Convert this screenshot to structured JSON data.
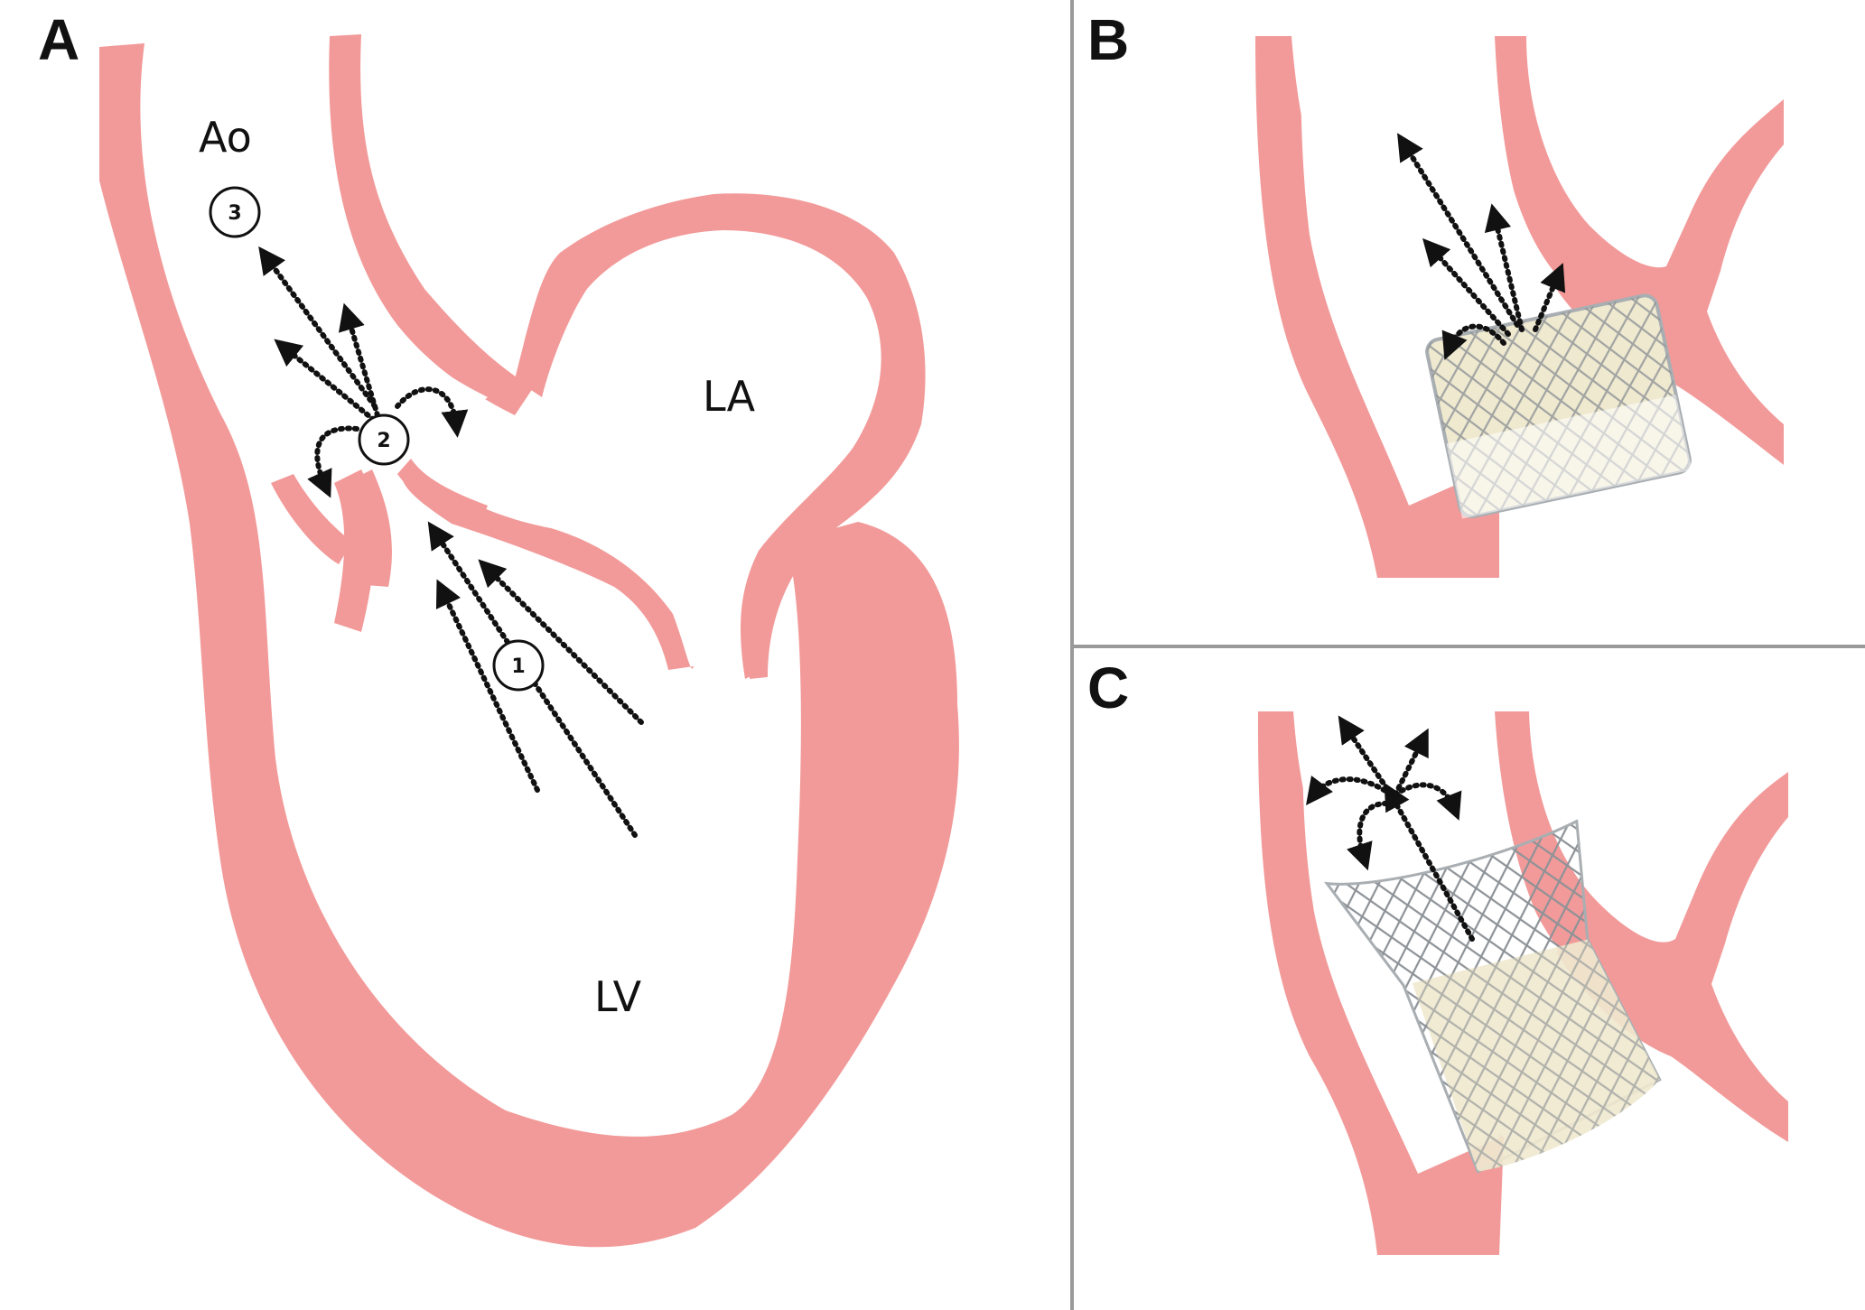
{
  "figure": {
    "panels": [
      {
        "id": "A",
        "label": "A"
      },
      {
        "id": "B",
        "label": "B"
      },
      {
        "id": "C",
        "label": "C"
      }
    ],
    "chamber_labels": {
      "aorta": "Ao",
      "left_atrium": "LA",
      "left_ventricle": "LV"
    },
    "flow_markers": [
      "1",
      "2",
      "3"
    ],
    "colors": {
      "tissue": "#f29a99",
      "divider": "#9a9a9a",
      "arrow": "#111111",
      "valve_leaflet": "#efe9cf",
      "stent_frame": "#a9aeb2"
    }
  }
}
